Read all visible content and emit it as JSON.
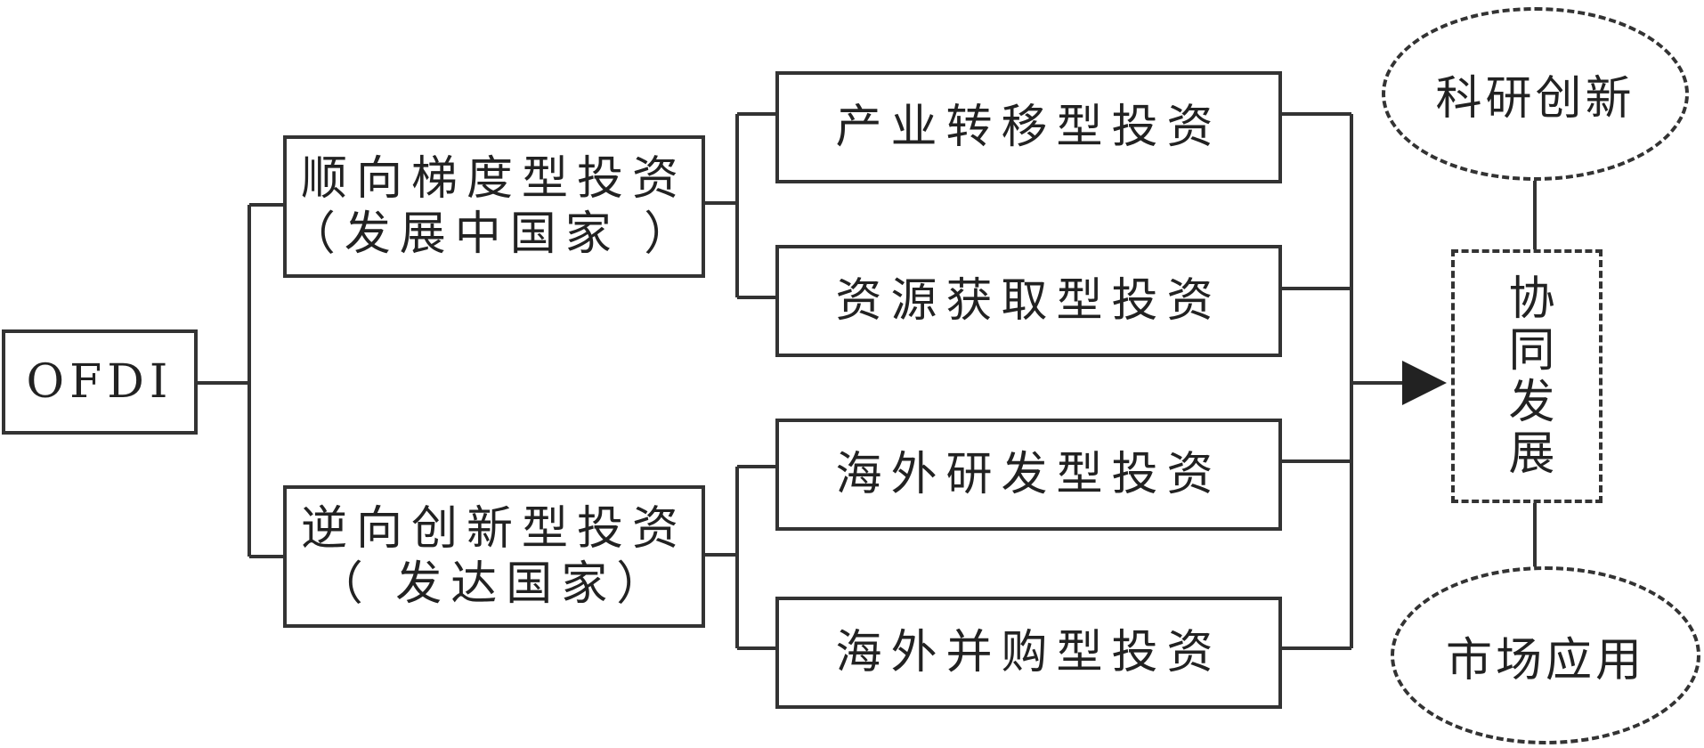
{
  "root": {
    "label": "OFDI"
  },
  "level1": [
    {
      "line1": "顺向梯度型投资",
      "line2": "（发展中国家 ）"
    },
    {
      "line1": "逆向创新型投资",
      "line2": "（ 发达国家）"
    }
  ],
  "level2": [
    {
      "label": "产业转移型投资"
    },
    {
      "label": "资源获取型投资"
    },
    {
      "label": "海外研发型投资"
    },
    {
      "label": "海外并购型投资"
    }
  ],
  "target": {
    "label": "协同发展"
  },
  "top_ellipse": {
    "label": "科研创新"
  },
  "bottom_ellipse": {
    "label": "市场应用"
  },
  "colors": {
    "stroke": "#333333",
    "background": "#ffffff"
  }
}
